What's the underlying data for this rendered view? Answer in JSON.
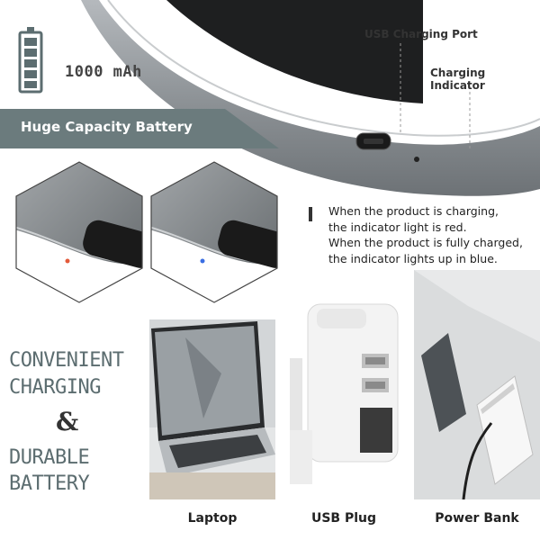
{
  "battery": {
    "capacity_label": "1000 mAh",
    "level": 1.0
  },
  "banner": {
    "title": "Huge Capacity Battery"
  },
  "callouts": {
    "usb_port": "USB Charging Port",
    "indicator": "Charging Indicator"
  },
  "indicator_info": {
    "lines": [
      "When the product is charging,",
      "the indicator light is red.",
      "When the product is fully charged,",
      "the indicator lights up in blue."
    ]
  },
  "closeups": [
    {
      "led_color": "red",
      "hex": "#e35a3a"
    },
    {
      "led_color": "blue",
      "hex": "#3a6ee3"
    }
  ],
  "side_title": {
    "line1": "CONVENIENT",
    "line2": "CHARGING",
    "amp": "&",
    "line3": "DURABLE",
    "line4": "BATTERY"
  },
  "sources": [
    {
      "label": "Laptop"
    },
    {
      "label": "USB Plug"
    },
    {
      "label": "Power Bank"
    }
  ],
  "colors": {
    "accent": "#5c6d70",
    "banner": "#6b7b7d",
    "ring": "#8a9094"
  }
}
